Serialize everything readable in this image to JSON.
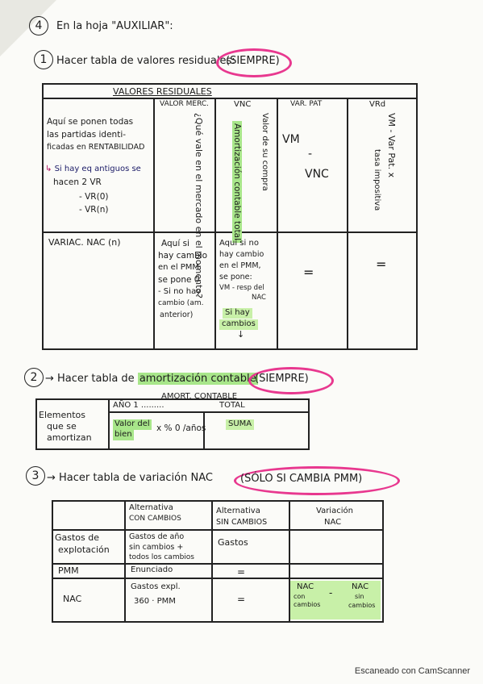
{
  "header": {
    "number": "4",
    "title": "En la hoja \"AUXILIAR\":"
  },
  "section1": {
    "number": "1",
    "title": "Hacer tabla de valores residuales:",
    "tag": "(SIEMPRE)",
    "table_title": "VALORES RESIDUALES",
    "headers": [
      "VALOR MERC.",
      "VNC",
      "VAR. PAT",
      "VRd"
    ],
    "row1_label": [
      "Aquí se ponen todas",
      "las partidas identi-",
      "ficadas en RENTABILIDAD"
    ],
    "row1_note": [
      "Si hay eq antiguos se",
      "hacen 2 VR"
    ],
    "row1_items": [
      "- VR(0)",
      "- VR(n)"
    ],
    "valor_merc_vertical": "¿Qué vale en el mercado en el momento?",
    "vnc_vertical_a": "Valor de su compra",
    "vnc_vertical_b": "Amortización contable total",
    "var_pat_top": "VM",
    "var_pat_dash": "-",
    "var_pat_bottom": "VNC",
    "vrd_vertical_a": "VM - Var Pat. x",
    "vrd_vertical_b": "tasa impositiva",
    "row2_label": "VARIAC. NAC (n)",
    "row2_valor_merc": [
      "Aquí si",
      "hay cambio",
      "en el PMM",
      "se pone 0",
      "- Si no hay",
      "cambio (am.",
      "anterior)"
    ],
    "row2_vnc": [
      "Aquí si no",
      "hay cambio",
      "en el PMM,",
      "se pone:",
      "VM - resp del",
      "NAC"
    ],
    "row2_vnc_hl": [
      "Si hay",
      "cambios"
    ],
    "row2_vnc_arrow": "↓",
    "row2_var_pat": "=",
    "row2_vrd": "="
  },
  "section2": {
    "number": "2",
    "title_pre": "→ Hacer tabla de",
    "title_hl": "amortización contable",
    "tag": "(SIEMPRE)",
    "table_title": "AMORT. CONTABLE",
    "col1": "AÑO 1 .........",
    "col2": "TOTAL",
    "row_label": [
      "Elementos",
      "que se",
      "amortizan"
    ],
    "cell_value": [
      "Valor del",
      "bien"
    ],
    "cell_formula": "x % 0 /años",
    "cell_total": "SUMA"
  },
  "section3": {
    "number": "3",
    "title": "→ Hacer tabla de variación NAC",
    "tag": "(SÓLO SI CAMBIA PMM)",
    "headers": [
      [
        "Alternativa",
        "CON CAMBIOS"
      ],
      [
        "Alternativa",
        "SIN CAMBIOS"
      ],
      [
        "Variación",
        "NAC"
      ]
    ],
    "rows": [
      {
        "label": [
          "Gastos de",
          "explotación"
        ],
        "con": [
          "Gastos de año",
          "sin cambios +",
          "todos los cambios"
        ],
        "sin": [
          "Gastos"
        ],
        "var": []
      },
      {
        "label": [
          "PMM"
        ],
        "con": [
          "Enunciado"
        ],
        "sin": [
          "="
        ],
        "var": []
      },
      {
        "label": [
          "NAC"
        ],
        "con": [
          "Gastos expl.",
          "360 · PMM"
        ],
        "sin": [
          "="
        ],
        "var": [
          "NAC",
          "con",
          "cambios",
          "-",
          "NAC",
          "sin",
          "cambios"
        ]
      }
    ]
  },
  "footer": "Escaneado con CamScanner",
  "colors": {
    "pink": "#e8388f",
    "green": "#a8e68a"
  }
}
